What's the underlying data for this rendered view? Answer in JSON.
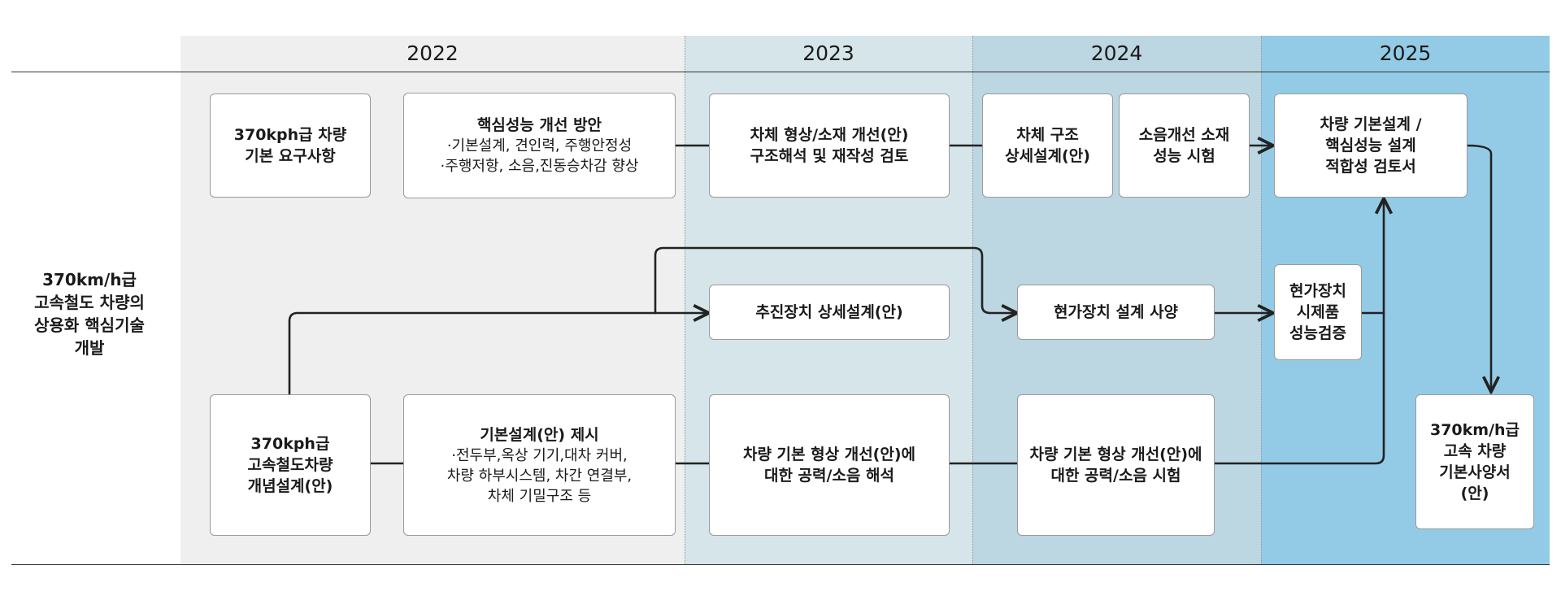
{
  "timeline": {
    "years": [
      "2022",
      "2023",
      "2024",
      "2025"
    ],
    "colors": {
      "y2022": "#efefef",
      "y2023": "#d5e5ea",
      "y2024": "#bcd6e2",
      "y2025": "#93cbe6"
    }
  },
  "row_label": [
    "370km/h급",
    "고속철도 차량의",
    "상용화 핵심기술",
    "개발"
  ],
  "boxes": {
    "req": [
      "370kph급 차량",
      "기본 요구사항"
    ],
    "core_title": "핵심성능 개선 방안",
    "core_items": [
      "·기본설계, 견인력, 주행안정성",
      "·주행저항, 소음,진동승차감 향상"
    ],
    "body_shape": [
      "차체 형상/소재 개선(안)",
      "구조해석 및 재작성 검토"
    ],
    "body_struct": [
      "차체 구조",
      "상세설계(안)"
    ],
    "noise_material": [
      "소음개선 소재",
      "성능 시험"
    ],
    "basic_design_review": [
      "차량 기본설계 /",
      "핵심성능 설계",
      "적합성 검토서"
    ],
    "propulsion": "추진장치 상세설계(안)",
    "suspension_spec": "현가장치 설계 사양",
    "suspension_verify": [
      "현가장치",
      "시제품",
      "성능검증"
    ],
    "concept": [
      "370kph급",
      "고속철도차량",
      "개념설계(안)"
    ],
    "basic_proposal_title": "기본설계(안) 제시",
    "basic_proposal_items": [
      "·전두부,옥상 기기,대차 커버,",
      "차량 하부시스템, 차간 연결부,",
      "차체 기밀구조 등"
    ],
    "aero_analysis": [
      "차량 기본 형상 개선(안)에",
      "대한 공력/소음 해석"
    ],
    "aero_test": [
      "차량 기본 형상 개선(안)에",
      "대한 공력/소음 시험"
    ],
    "final_spec": [
      "370km/h급",
      "고속 차량",
      "기본사양서",
      "(안)"
    ]
  }
}
